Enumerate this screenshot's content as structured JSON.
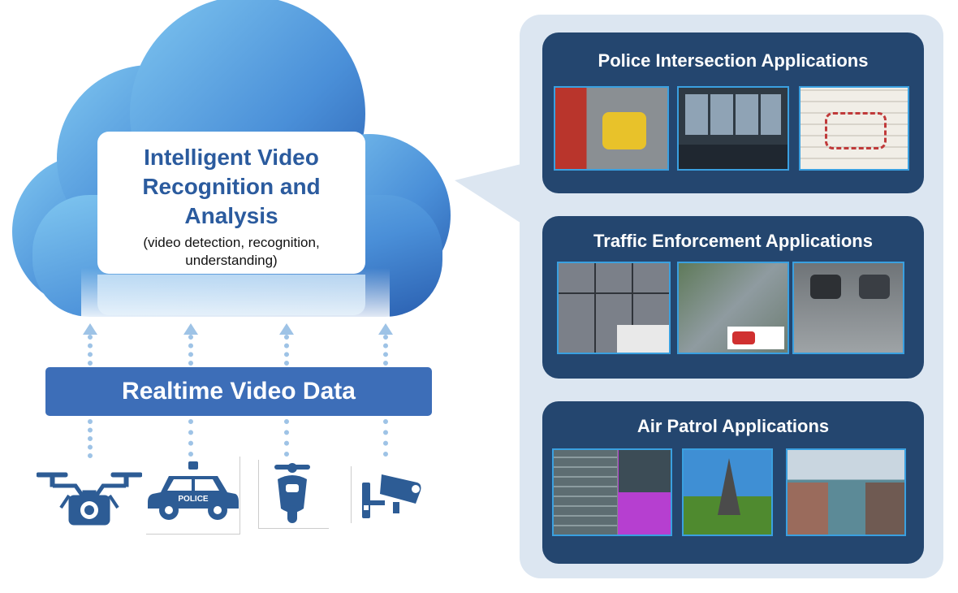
{
  "cloud": {
    "title_lines": [
      "Intelligent Video",
      "Recognition and",
      "Analysis"
    ],
    "subtitle_lines": [
      "(video detection, recognition,",
      "understanding)"
    ]
  },
  "data_bar": {
    "label": "Realtime Video Data"
  },
  "sources": [
    {
      "icon": "drone-camera-icon"
    },
    {
      "icon": "police-car-icon",
      "badge": "POLICE"
    },
    {
      "icon": "scooter-icon"
    },
    {
      "icon": "cctv-camera-icon"
    }
  ],
  "panels": [
    {
      "title": "Police Intersection Applications",
      "thumbs": [
        "intersection-camera-photo",
        "control-room-photo",
        "route-map-photo"
      ]
    },
    {
      "title": "Traffic Enforcement Applications",
      "thumbs": [
        "traffic-grid-photo",
        "crosswalk-violation-photo",
        "lane-monitoring-photo"
      ]
    },
    {
      "title": "Air Patrol Applications",
      "thumbs": [
        "solar-thermal-photo",
        "power-tower-photo",
        "harbor-aerial-photo"
      ]
    }
  ],
  "colors": {
    "panel": "#24466f",
    "backdrop": "#dce6f1",
    "accent": "#3aa0e0",
    "bar": "#3d6eb8",
    "icon": "#2d5c95"
  }
}
